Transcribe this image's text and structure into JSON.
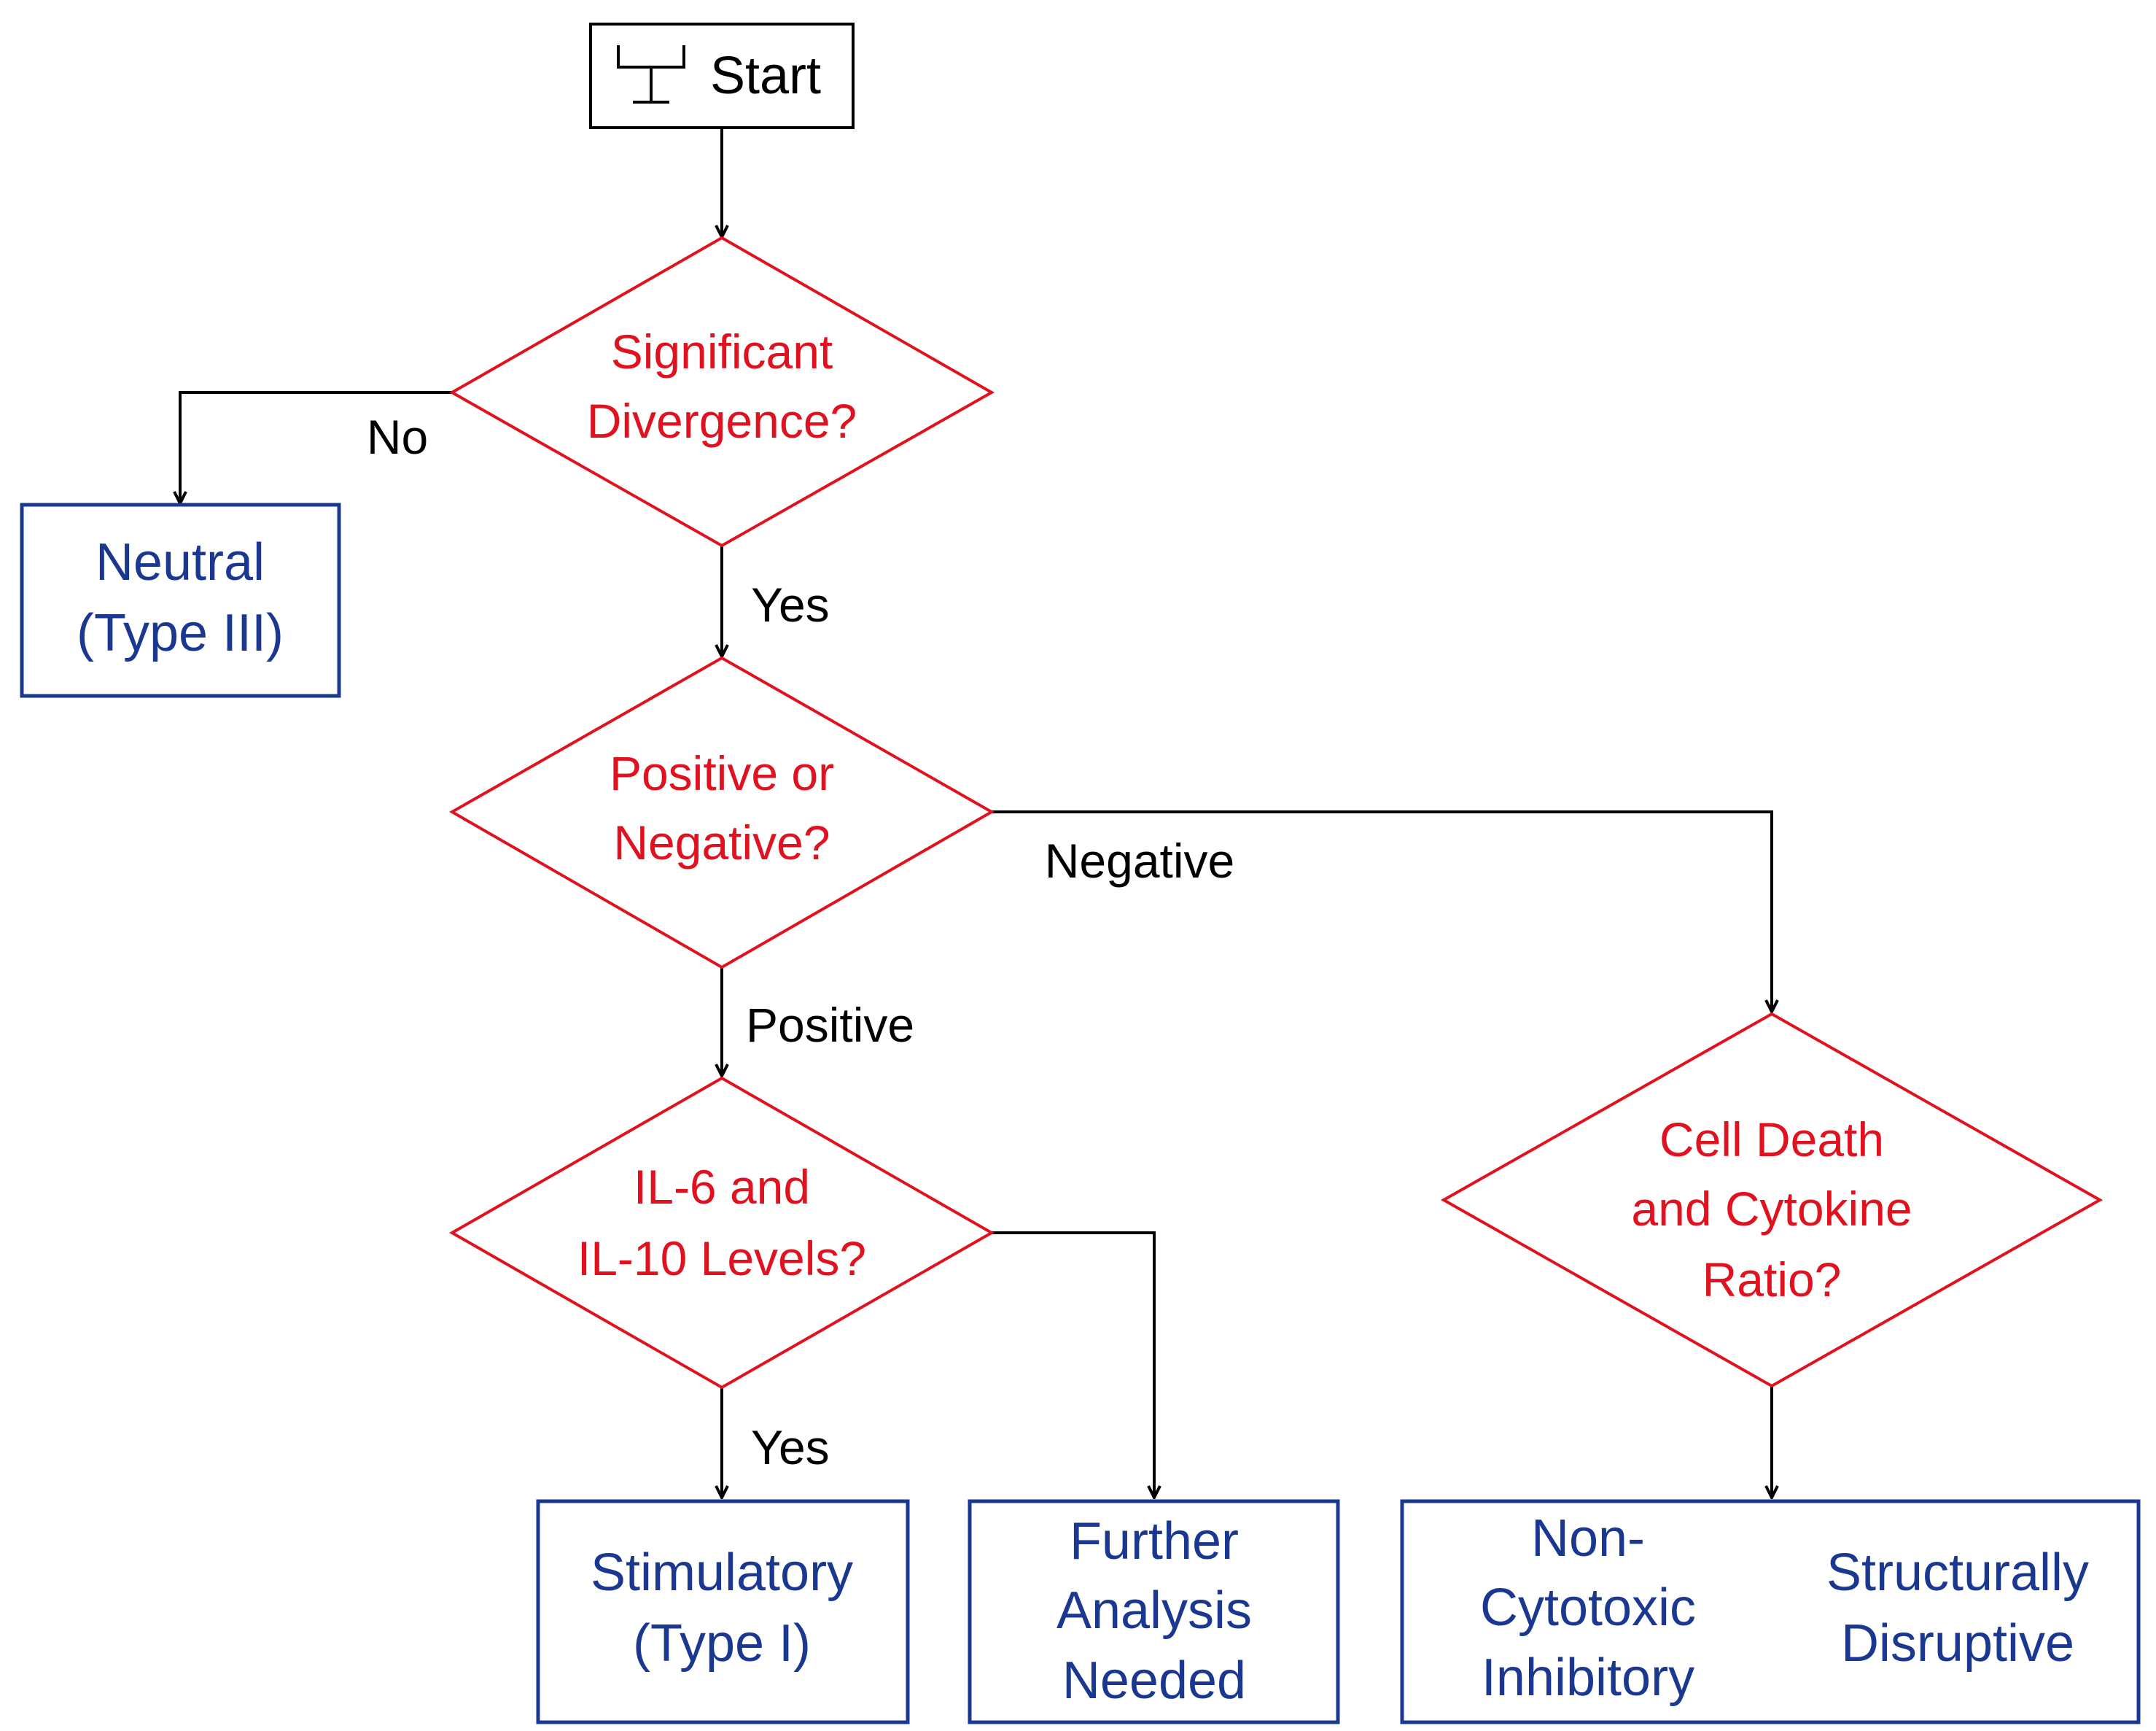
{
  "start": {
    "label": "Start",
    "icon": "start-symbol-icon"
  },
  "decisions": {
    "divergence": {
      "lines": [
        "Significant",
        "Divergence?"
      ]
    },
    "sign": {
      "lines": [
        "Positive or",
        "Negative?"
      ]
    },
    "interleukin": {
      "lines": [
        "IL-6 and",
        "IL-10 Levels?"
      ]
    },
    "cell_death": {
      "lines": [
        "Cell Death",
        "and Cytokine",
        "Ratio?"
      ]
    }
  },
  "outcomes": {
    "neutral": {
      "lines": [
        "Neutral",
        "(Type III)"
      ]
    },
    "stimulatory": {
      "lines": [
        "Stimulatory",
        "(Type I)"
      ]
    },
    "further": {
      "lines": [
        "Further",
        "Analysis",
        "Needed"
      ]
    },
    "non_cytotoxic": {
      "lines": [
        "Non-",
        "Cytotoxic",
        "Inhibitory"
      ]
    },
    "structural": {
      "lines": [
        "Structurally",
        "Disruptive"
      ]
    }
  },
  "edge_labels": {
    "no": "No",
    "yes_1": "Yes",
    "negative": "Negative",
    "positive": "Positive",
    "yes_2": "Yes"
  },
  "colors": {
    "decision": "#e0121f",
    "outcome": "#1b3891",
    "connector": "#000000"
  }
}
